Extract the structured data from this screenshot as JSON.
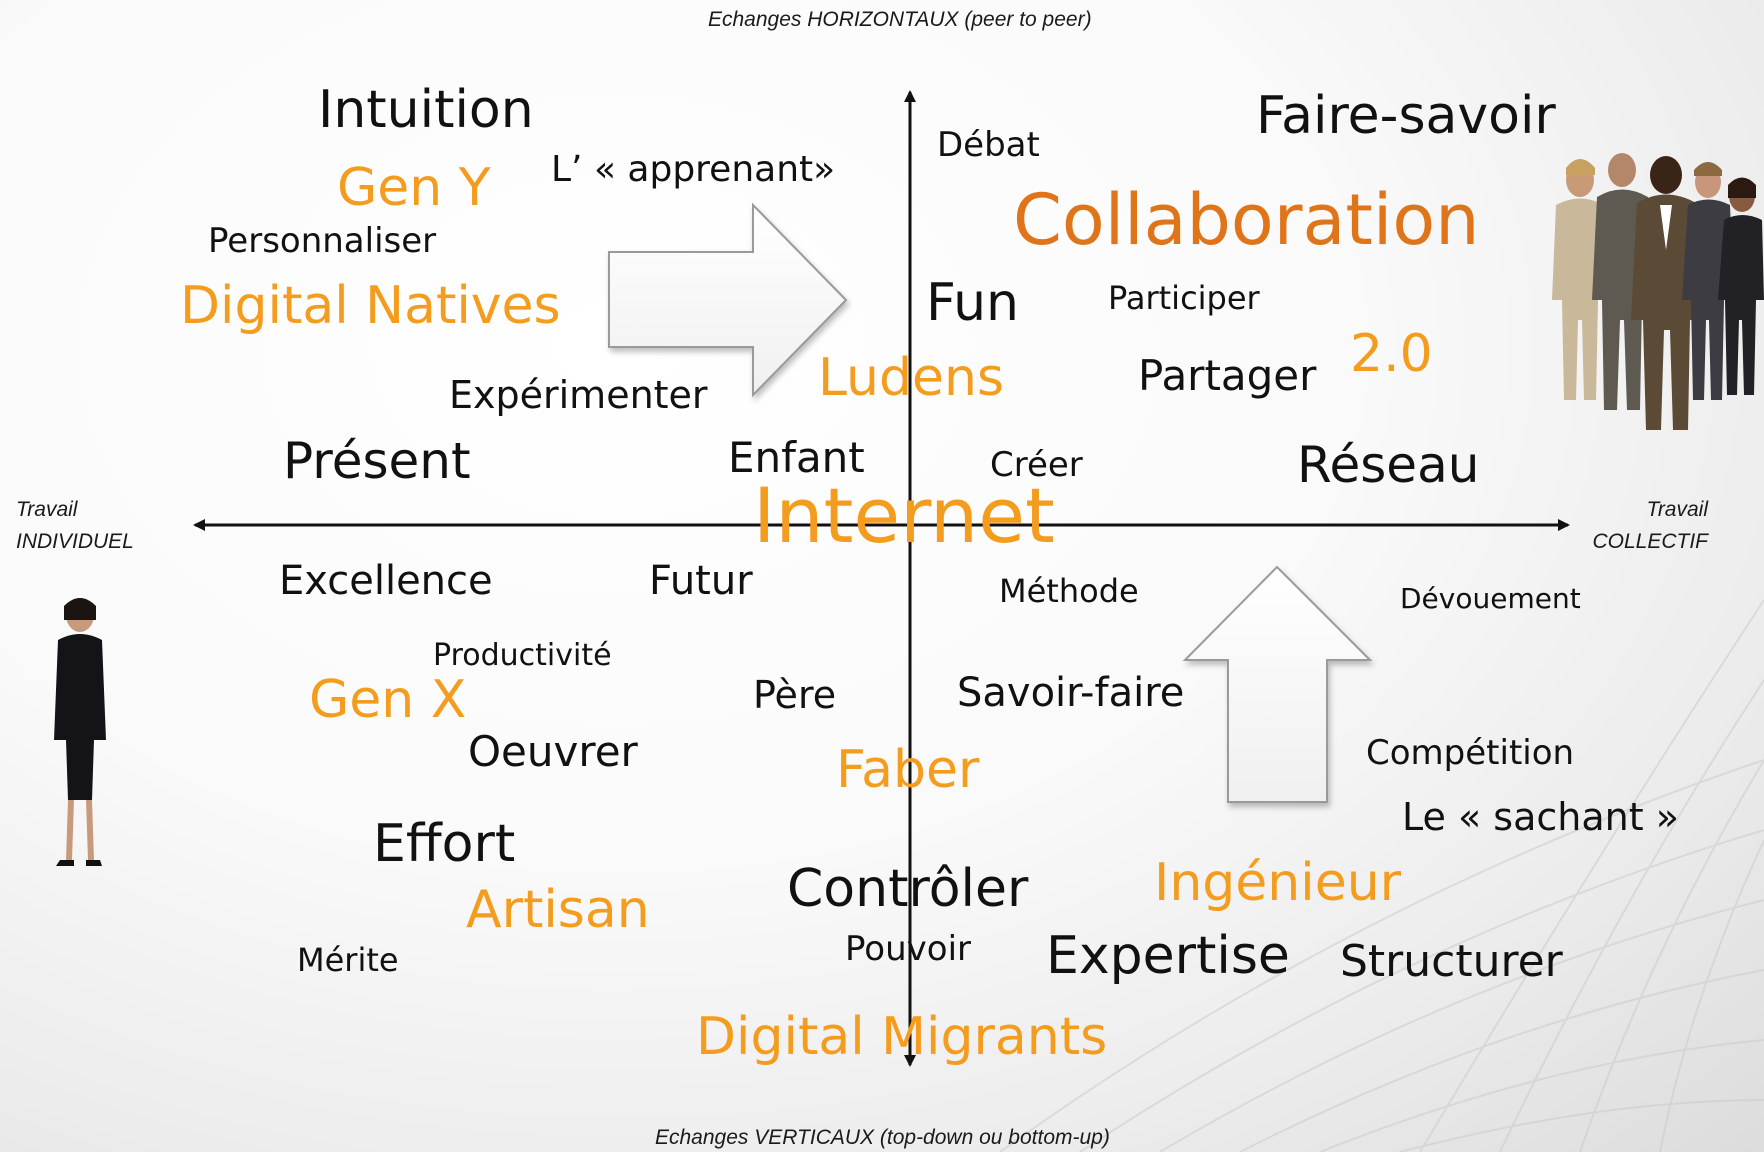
{
  "axes": {
    "top": "Echanges HORIZONTAUX (peer to peer)",
    "bottom": "Echanges  VERTICAUX (top-down ou bottom-up)",
    "left_line1": "Travail",
    "left_line2": "INDIVIDUEL",
    "right_line1": "Travail",
    "right_line2": "COLLECTIF"
  },
  "colors": {
    "accent": "#f39c1e",
    "accent_dark": "#e07418",
    "text": "#111111",
    "axis": "#111111"
  },
  "icons": {
    "group": "business-team-icon",
    "person": "businesswoman-icon",
    "arrow_right": "block-arrow-right-icon",
    "arrow_up": "block-arrow-up-icon"
  },
  "words": {
    "intuition": "Intuition",
    "gen_y": "Gen Y",
    "apprenant": "L’ « apprenant»",
    "personnaliser": "Personnaliser",
    "digital_natives": "Digital Natives",
    "experimenter": "Expérimenter",
    "present": "Présent",
    "enfant": "Enfant",
    "debat": "Débat",
    "faire_savoir": "Faire-savoir",
    "collaboration": "Collaboration",
    "fun": "Fun",
    "participer": "Participer",
    "two_zero": "2.0",
    "ludens": "Ludens",
    "partager": "Partager",
    "creer": "Créer",
    "reseau": "Réseau",
    "internet": "Internet",
    "excellence": "Excellence",
    "futur": "Futur",
    "methode": "Méthode",
    "devouement": "Dévouement",
    "productivite": "Productivité",
    "gen_x": "Gen X",
    "pere": "Père",
    "savoir_faire": "Savoir-faire",
    "oeuvrer": "Oeuvrer",
    "faber": "Faber",
    "competition": "Compétition",
    "sachant": "Le « sachant »",
    "effort": "Effort",
    "artisan": "Artisan",
    "controler": "Contrôler",
    "ingenieur": "Ingénieur",
    "merite": "Mérite",
    "pouvoir": "Pouvoir",
    "expertise": "Expertise",
    "structurer": "Structurer",
    "digital_migrants": "Digital Migrants"
  }
}
